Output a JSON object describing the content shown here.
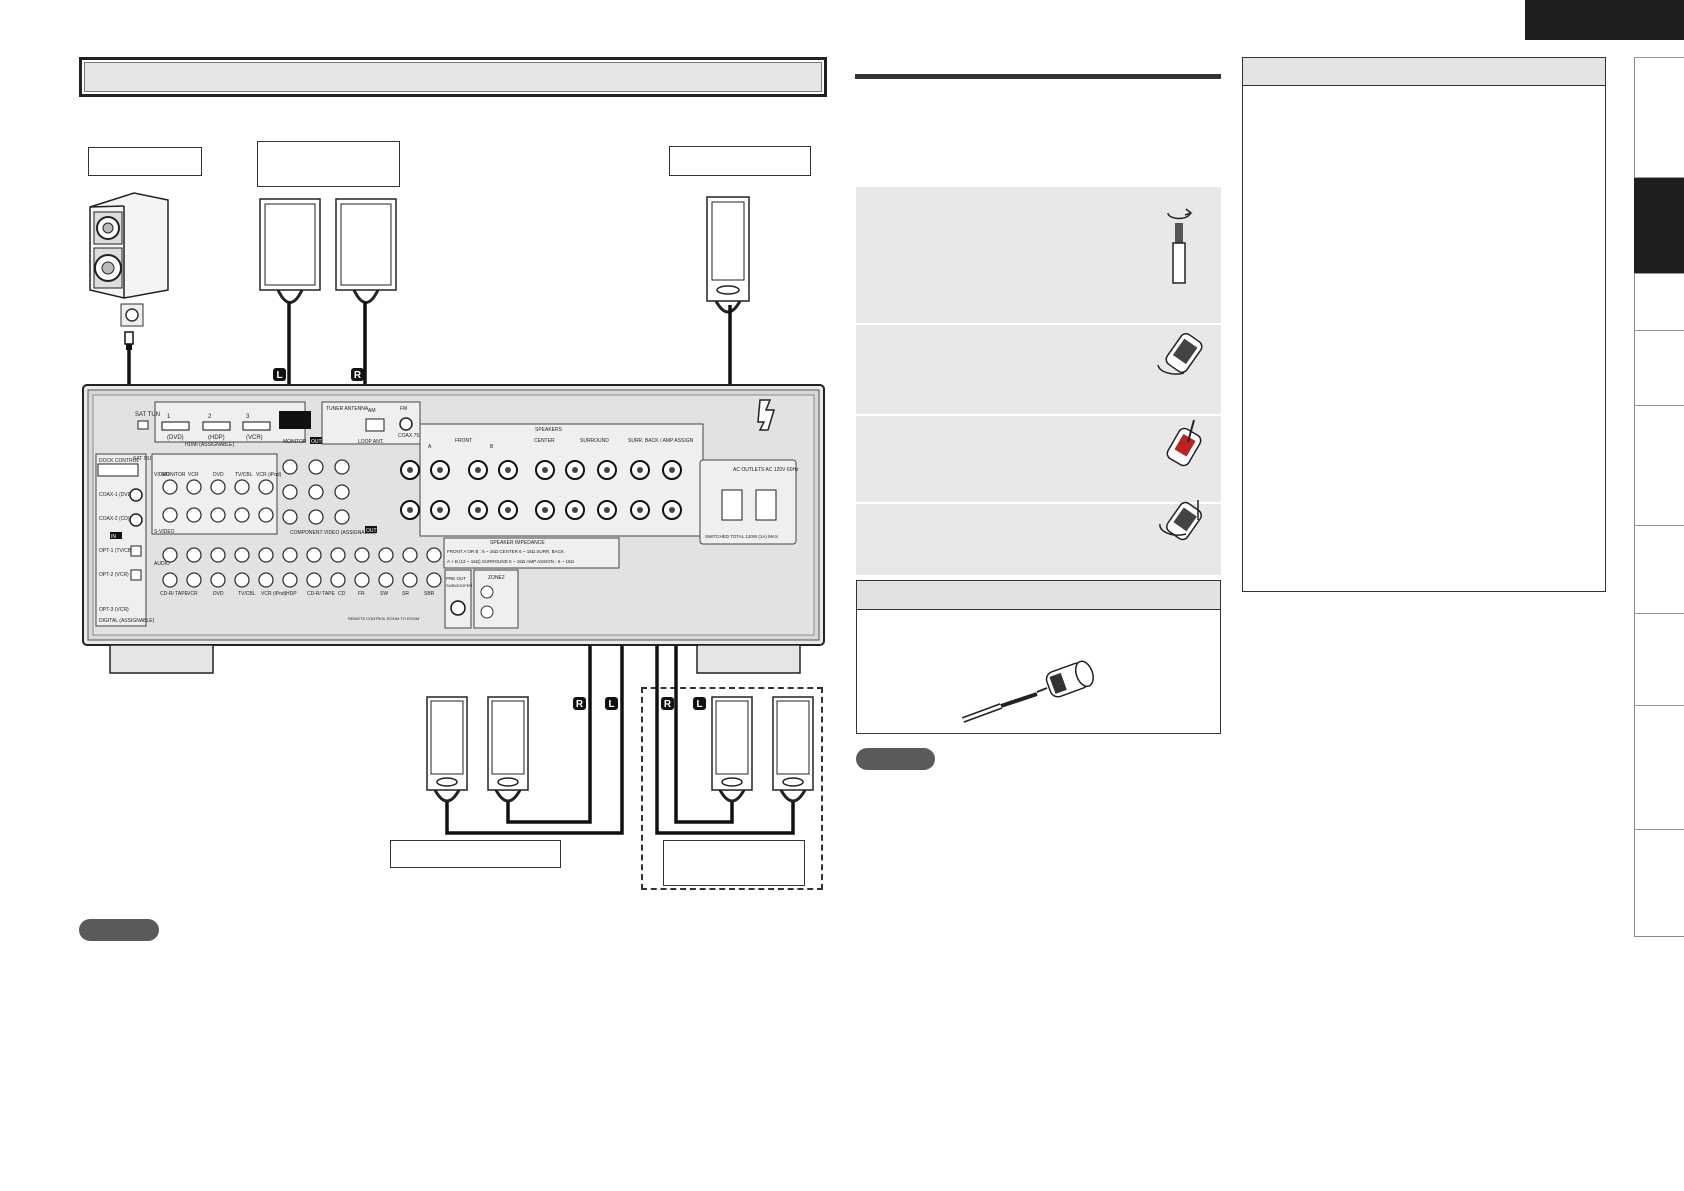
{
  "section": {
    "heading": ""
  },
  "diagram_labels": {
    "subwoofer": "",
    "front_speakers": "",
    "center_speaker": "",
    "surround_speakers": "",
    "surround_back_speakers": ""
  },
  "channel_badges": {
    "left": "L",
    "right": "R"
  },
  "receiver_panel": {
    "sat_tuner": "SAT TUN",
    "hdmi_1": "1",
    "hdmi_2": "2",
    "hdmi_3": "3",
    "hdmi_dvd": "(DVD)",
    "hdmi_hdp": "(HDP)",
    "hdmi_vcr": "(VCR)",
    "hdmi_sub": "HDMI (ASSIGNABLE)",
    "monitor_out": "MONITOR",
    "out_tag": "OUT",
    "in_tag": "IN",
    "tuner_antenna": "TUNER ANTENNA",
    "am": "AM",
    "fm": "FM",
    "coax_75": "COAX 75Ω",
    "loop_ant": "LOOP ANT.",
    "dock_control": "DOCK CONTROL",
    "coax_1": "COAX-1 (DVD)",
    "coax_2": "COAX-2 (CD)",
    "opt_1": "OPT-1 (TV/CBL)",
    "opt_2": "OPT-2 (VCR)",
    "opt_3": "OPT-3 (VCR)",
    "digital_assignable": "DIGITAL (ASSIGNABLE)",
    "sat_out": "SAT OUT",
    "video": "VIDEO",
    "monitor": "MONITOR",
    "vcr": "VCR",
    "dvd": "DVD",
    "tv_cbl": "TV/CBL",
    "vcr_ipod": "VCR (iPod)",
    "s_video": "S-VIDEO",
    "audio": "AUDIO",
    "cd_r_tape": "CD-R/ TAPE",
    "hdp": "HDP",
    "cd": "CD",
    "component_video": "COMPONENT VIDEO (ASSIGNABLE)",
    "speakers_title": "SPEAKERS",
    "front": "FRONT",
    "a_label": "A",
    "b_label": "B",
    "center": "CENTER",
    "surround": "SURROUND",
    "surr_back": "SURR. BACK / AMP ASSIGN",
    "ac_outlets": "AC OUTLETS AC 120V 60Hz",
    "switched": "SWITCHED TOTAL 120W (1A) MAX.",
    "speaker_impedance": "SPEAKER IMPEDANCE",
    "imp_row1": "FRONT A OR B : 6 ~ 16Ω   CENTER   6 ~ 16Ω   SURR. BACK",
    "imp_row2": "A + B (12 ~ 16Ω)   SURROUND   6 ~ 16Ω   AMP ASSIGN : 6 ~ 16Ω",
    "pre_out": "PRE OUT",
    "subwoofer": "SUBWOOFER",
    "zone2": "ZONE2",
    "fr": "FR",
    "sw": "SW",
    "sr": "SR",
    "sbr": "SBR",
    "remote_control": "REMOTE CONTROL ROOM TO ROOM"
  },
  "steps": {
    "items": [
      "",
      "",
      "",
      ""
    ]
  },
  "banana_plug": {
    "heading": ""
  },
  "note": {
    "heading": ""
  },
  "side_nav": {
    "items": [
      "",
      "",
      "",
      "",
      "",
      "",
      "",
      "",
      ""
    ]
  }
}
